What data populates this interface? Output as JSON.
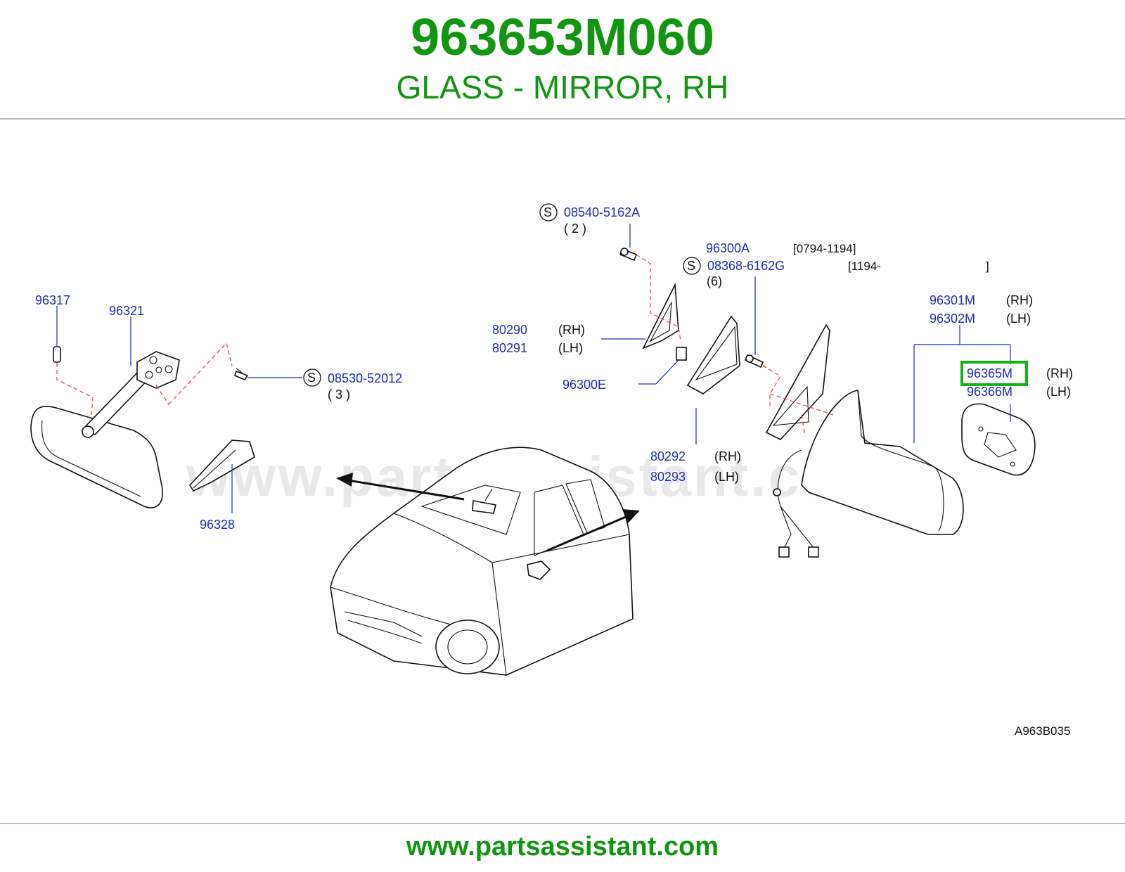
{
  "header": {
    "part_number": "963653M060",
    "description": "GLASS - MIRROR, RH"
  },
  "watermark": "www.partsassistant.com",
  "footer": {
    "link": "www.partsassistant.com"
  },
  "diagram_code": "A963B035",
  "highlight_color": "#13b513",
  "brand_color": "#129612",
  "label_color": "#1c2bb8",
  "labels": {
    "p96317": "96317",
    "p96321": "96321",
    "p08530": "08530-52012",
    "q3": "( 3 )",
    "p96328": "96328",
    "p08540": "08540-5162A",
    "q2": "( 2 )",
    "p80290": "80290",
    "rh1": "(RH)",
    "p80291": "80291",
    "lh1": "(LH)",
    "p96300E": "96300E",
    "p96300A": "96300A",
    "range1": "[0794-1194]",
    "p08368": "08368-6162G",
    "range2": "[1194-",
    "range2_end": "]",
    "q6": "(6)",
    "p80292": "80292",
    "rh2": "(RH)",
    "p80293": "80293",
    "lh2": "(LH)",
    "p96301M": "96301M",
    "rh3": "(RH)",
    "p96302M": "96302M",
    "lh3": "(LH)",
    "p96365M": "96365M",
    "rh4": "(RH)",
    "p96366M": "96366M",
    "lh4": "(LH)",
    "s": "S"
  }
}
